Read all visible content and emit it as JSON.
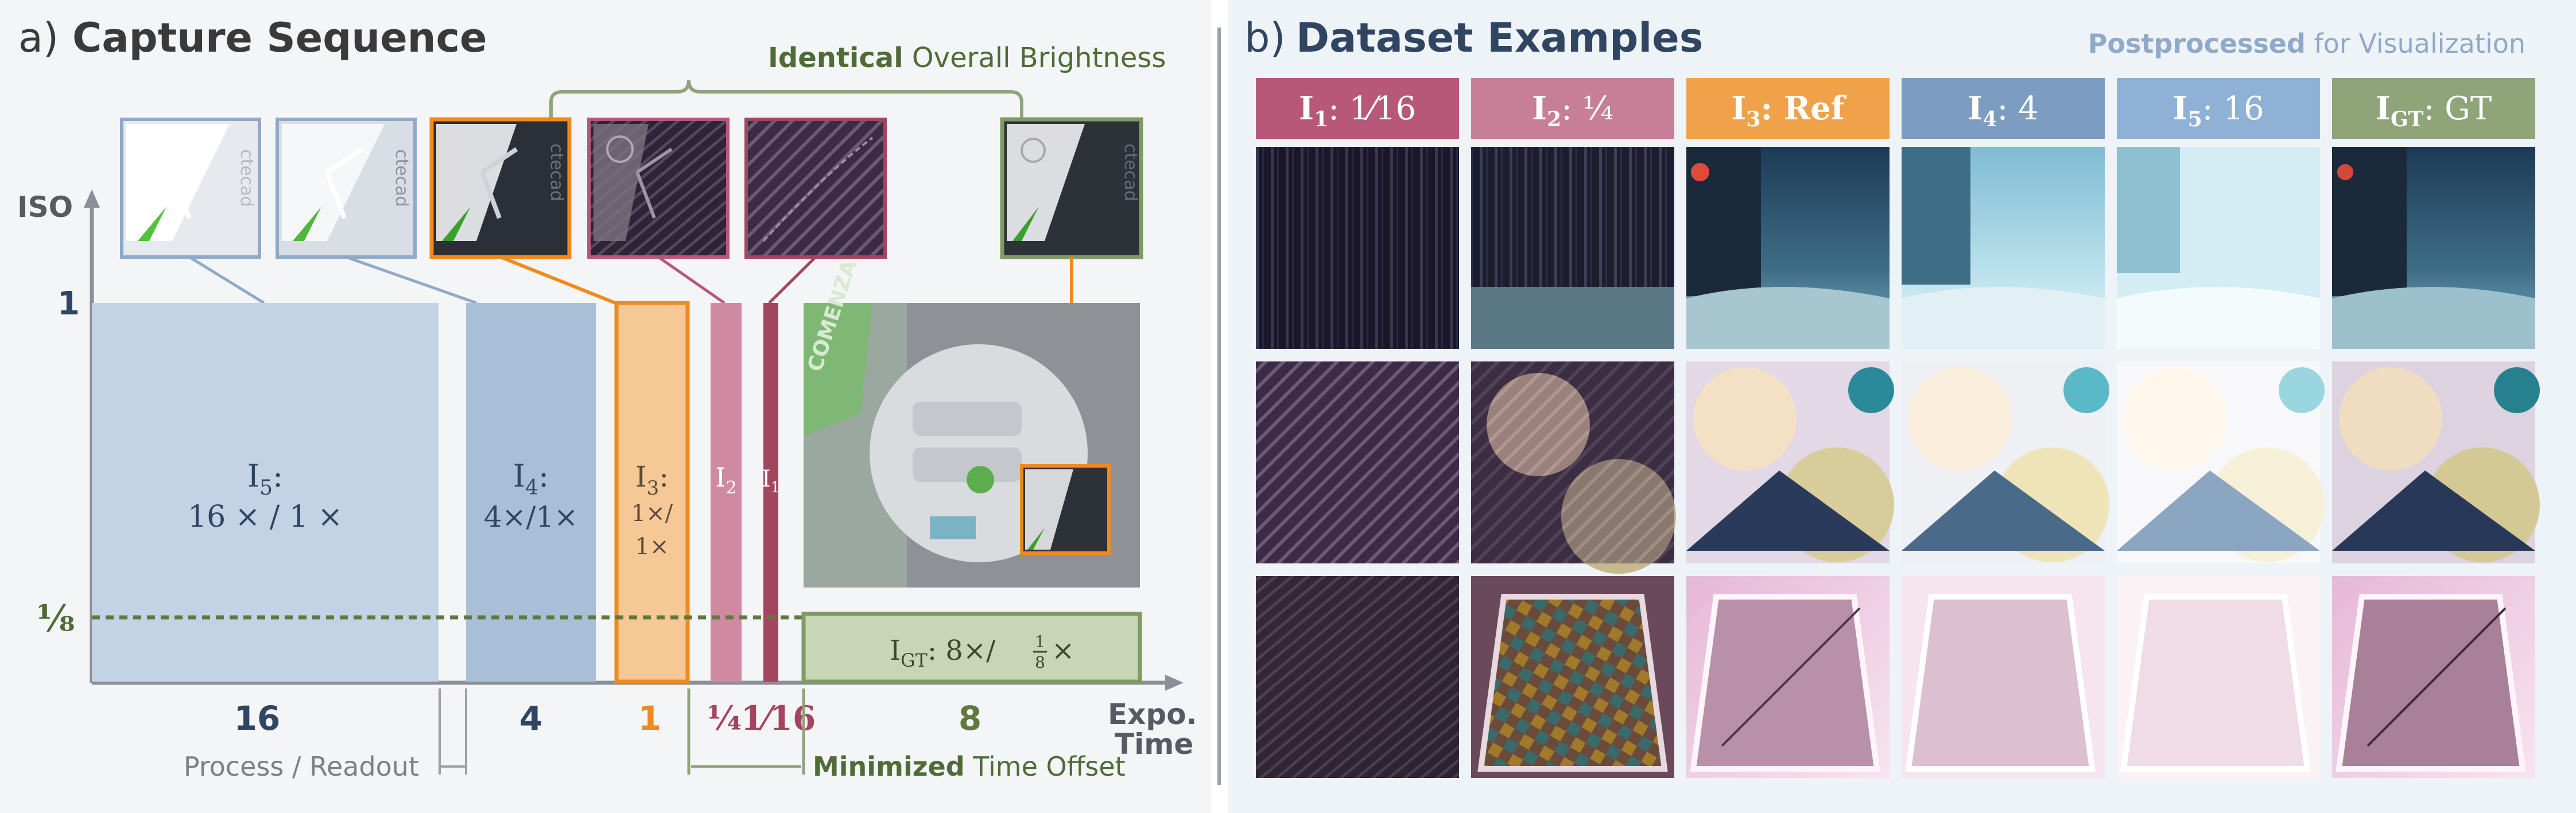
{
  "panel_a": {
    "label": "a)",
    "title": "Capture Sequence",
    "brightness_bold": "Identical",
    "brightness_rest": " Overall Brightness",
    "axis_y": "ISO",
    "axis_x_line1": "Expo.",
    "axis_x_line2": "Time",
    "iso_tick_high": "1",
    "iso_tick_low": "⅛",
    "blocks": [
      {
        "name": "I",
        "sub": "5",
        "ratio": "16 × / 1 ×"
      },
      {
        "name": "I",
        "sub": "4",
        "ratio": "4×/1×"
      },
      {
        "name": "I",
        "sub": "3",
        "ratio_lines": [
          "1×/",
          "1×"
        ]
      },
      {
        "name": "I",
        "sub": "2"
      },
      {
        "name": "I",
        "sub": "1"
      }
    ],
    "gt_block": {
      "name": "I",
      "sub": "GT",
      "ratio_pre": ": 8×/",
      "frac_num": "1",
      "frac_den": "8",
      "ratio_post": "×"
    },
    "time_ticks": [
      "16",
      "4",
      "1",
      "¼",
      "1⁄16",
      "8"
    ],
    "process_label": "Process / Readout",
    "offset_bold": "Minimized",
    "offset_rest": " Time Offset",
    "inset_label": "COMENZA"
  },
  "panel_b": {
    "label": "b)",
    "title": "Dataset Examples",
    "note_accent": "Postprocessed",
    "note_rest": " for Visualization",
    "columns": [
      {
        "name": "I",
        "sub": "1",
        "rest": ": 1⁄16",
        "color": "#b85879"
      },
      {
        "name": "I",
        "sub": "2",
        "rest": ": ¼",
        "color": "#c67f97"
      },
      {
        "name": "I",
        "sub": "3",
        "rest": ": Ref",
        "color": "#f0a24a"
      },
      {
        "name": "I",
        "sub": "4",
        "rest": ": 4",
        "color": "#7c9cc2"
      },
      {
        "name": "I",
        "sub": "5",
        "rest": ": 16",
        "color": "#8fb1d6"
      },
      {
        "name": "I",
        "sub": "GT",
        "rest": ": GT",
        "color": "#8fa479"
      }
    ]
  },
  "colors": {
    "blue": "#8fa9c8",
    "blue_light": "#c3d2e5",
    "blue_mid": "#a9bfd8",
    "orange": "#ef8a1f",
    "orange_fill": "#f6c896",
    "pink": "#cf8aa2",
    "magenta": "#a3455e",
    "green": "#7f9a63",
    "green_dark": "#5f7a3e",
    "green_fill": "#c8d6b6",
    "navy": "#2f4562",
    "text_dark": "#3a3a3a"
  }
}
